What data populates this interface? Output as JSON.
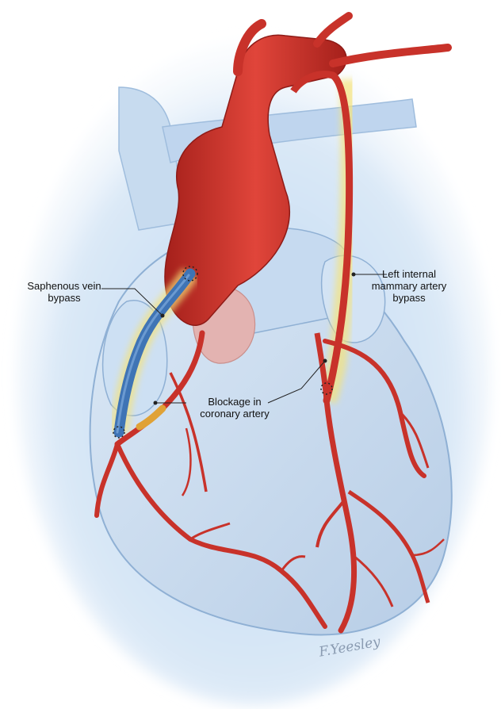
{
  "labels": {
    "saphenous_vein_bypass": "Saphenous vein\nbypass",
    "left_internal_mammary_artery_bypass": "Left internal\nmammary artery\nbypass",
    "blockage_in_coronary_artery": "Blockage in\ncoronary artery"
  },
  "signature": "F.Yeesley",
  "colors": {
    "artery_red": "#c8322a",
    "vein_blue": "#3f74b5",
    "heart_blue": "#cfe0f2",
    "glow_yellow": "#f5e27a"
  }
}
